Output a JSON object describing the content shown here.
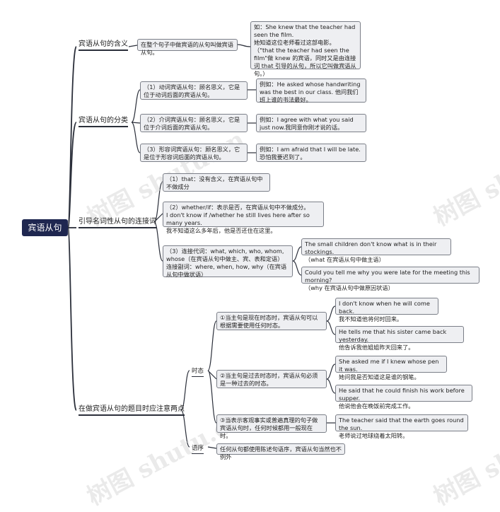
{
  "root": "宾语从句",
  "branches": {
    "b1": "宾语从句的含义",
    "b2": "宾语从句的分类",
    "b3": "引导名词性从句的连接词",
    "b4": "在做宾语从句的题目时应注意两点"
  },
  "meaning": {
    "def": "在整个句子中做宾语的从句叫做宾语从句。",
    "example": "如：She knew that the teacher had seen the film.\n她知道这位老师看过这部电影。\n（\"that the teacher had seen the film\"做 knew 的宾语，同时又是由连接词 that 引导的从句，所以它叫做宾语从句。）"
  },
  "categories": [
    {
      "text": "（1）动词宾语从句：顾名思义，它是位于动词后面的宾语从句。",
      "example": "例如：He asked whose handwriting was the best in our class. 他问我们班上谁的书法最好。"
    },
    {
      "text": "（2）介词宾语从句：顾名思义，它是位于介词后面的宾语从句。",
      "example": "例如：I agree with what you said just now.我同意你刚才说的话。"
    },
    {
      "text": "（3）形容词宾语从句：顾名思义，它是位于形容词后面的宾语从句。",
      "example": "例如：I am afraid that I will be late. 恐怕我要迟到了。"
    }
  ],
  "connectives": {
    "c1": "（1）that：没有含义，在宾语从句中不做成分",
    "c2": "（2）whether/if：表示是否，在宾语从句中不做成分。\nI don't know if /whether he still lives here after so many years.\n我不知道这么多年后，他是否还住在这里。",
    "c3": "（3）连接代词：what, which, who, whom, whose（在宾语从句中做主、宾、表和定语）\n连接副词：where, when, how, why（在宾语从句中做状语）",
    "ex1": "The small children don't know what is in their stockings.\n（what 在宾语从句中做主语）",
    "ex2": "Could you tell me why you were late for the meeting this morning?\n（why 在宾语从句中做原因状语）"
  },
  "notes": {
    "tense_label": "时态",
    "order_label": "语序",
    "t1": "①当主句是现在时态时，宾语从句可以根据需要使用任何时态。",
    "t1_ex1": "I don't know when he will come back.\n我不知道他将何时回来。",
    "t1_ex2": "He tells me that his sister came back yesterday.\n他告诉我他姐姐昨天回来了。",
    "t2": "②当主句是过去时态时，宾语从句必须是一种过去的时态。",
    "t2_ex1": "She asked me if I knew whose pen it was.\n她问我是否知道这是谁的钢笔。",
    "t2_ex2": "He said that he could finish his work before supper.\n他说他会在晚饭前完成工作。",
    "t3": "③当表示客观事实或普遍真理的句子做宾语从句时，任何时候都用一般现在时。",
    "t3_ex1": "The teacher said that the earth goes round the sun.\n老师说过地球绕着太阳转。",
    "order": "任何从句都使用陈述句语序，宾语从句当然也不例外"
  },
  "watermark": "树图 shutu.cn"
}
